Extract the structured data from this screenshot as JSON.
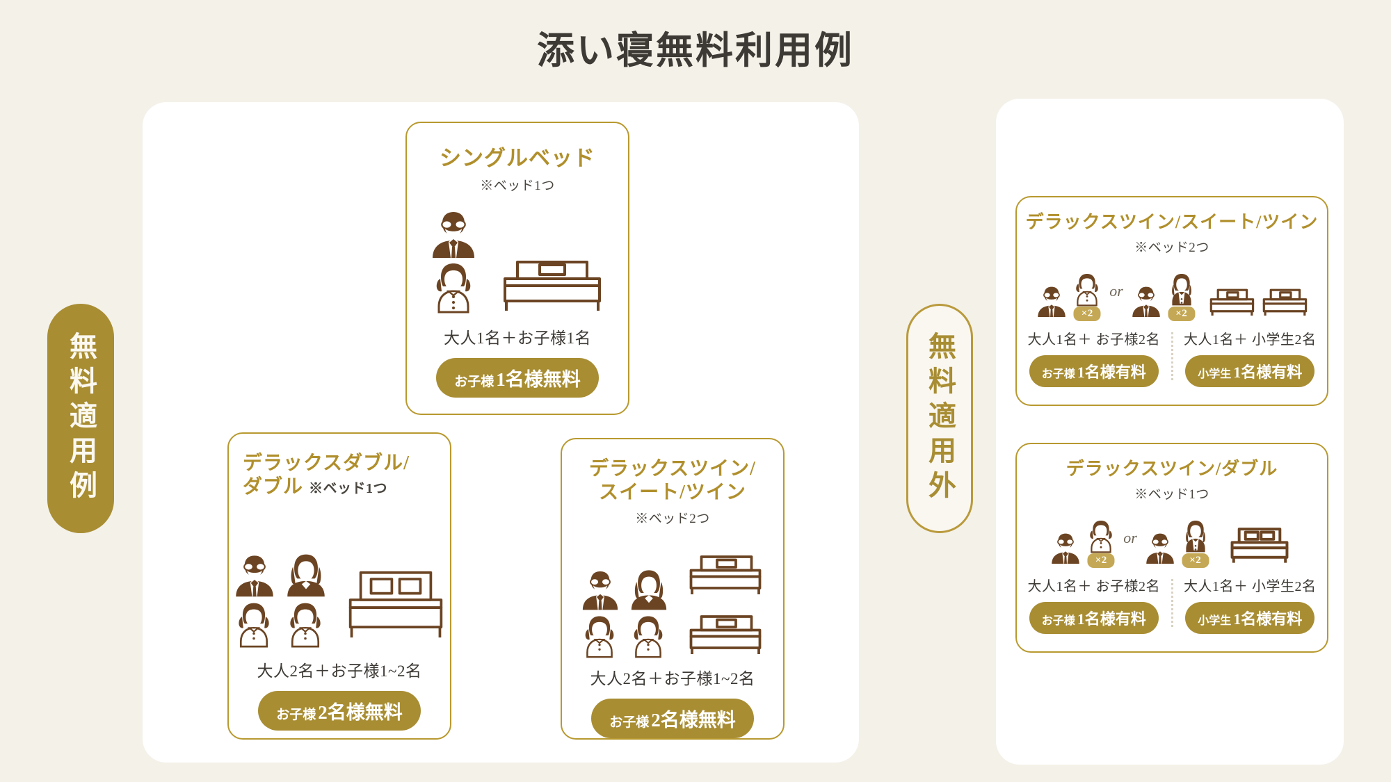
{
  "title": "添い寝無料利用例",
  "left_section": {
    "badge_label": "無料適用例",
    "cards": [
      {
        "id": "single",
        "title": "シングルベッド",
        "sub": "※ベッド1つ",
        "caption": "大人1名＋お子様1名",
        "pill_small": "お子様",
        "pill_big": "1名様無料",
        "people": [
          "adult-male",
          "child-girl"
        ],
        "beds": 1
      },
      {
        "id": "deluxe-double",
        "title_line1": "デラックスダブル/",
        "title_line2": "ダブル",
        "sub": "※ベッド1つ",
        "caption": "大人2名＋お子様1~2名",
        "pill_small": "お子様",
        "pill_big": "2名様無料",
        "people": [
          "adult-male",
          "adult-female",
          "child-girl",
          "child-girl"
        ],
        "beds": 1
      },
      {
        "id": "deluxe-twin",
        "title_line1": "デラックスツイン/",
        "title_line2": "スイート/ツイン",
        "sub": "※ベッド2つ",
        "caption": "大人2名＋お子様1~2名",
        "pill_small": "お子様",
        "pill_big": "2名様無料",
        "people": [
          "adult-male",
          "adult-female",
          "child-girl",
          "child-girl"
        ],
        "beds": 2
      }
    ]
  },
  "right_section": {
    "badge_label": "無料適用外",
    "cards": [
      {
        "id": "deluxe-twin-suite-twin",
        "title": "デラックスツイン/スイート/ツイン",
        "sub": "※ベッド2つ",
        "or_label": "or",
        "beds": 2,
        "left_half": {
          "caption": "大人1名＋ お子様2名",
          "pill_small": "お子様",
          "pill_big": "1名様有料",
          "multiplier": "×2"
        },
        "right_half": {
          "caption": "大人1名＋ 小学生2名",
          "pill_small": "小学生",
          "pill_big": "1名様有料",
          "multiplier": "×2"
        }
      },
      {
        "id": "deluxe-twin-double",
        "title": "デラックスツイン/ダブル",
        "sub": "※ベッド1つ",
        "or_label": "or",
        "beds": 1,
        "left_half": {
          "caption": "大人1名＋ お子様2名",
          "pill_small": "お子様",
          "pill_big": "1名様有料",
          "multiplier": "×2"
        },
        "right_half": {
          "caption": "大人1名＋ 小学生2名",
          "pill_small": "小学生",
          "pill_big": "1名様有料",
          "multiplier": "×2"
        }
      }
    ]
  },
  "colors": {
    "background": "#f4f1e9",
    "gold": "#a88d33",
    "gold_light": "#b8992f",
    "brown": "#6b4423",
    "text_dark": "#3d3a35",
    "panel": "#ffffff"
  }
}
